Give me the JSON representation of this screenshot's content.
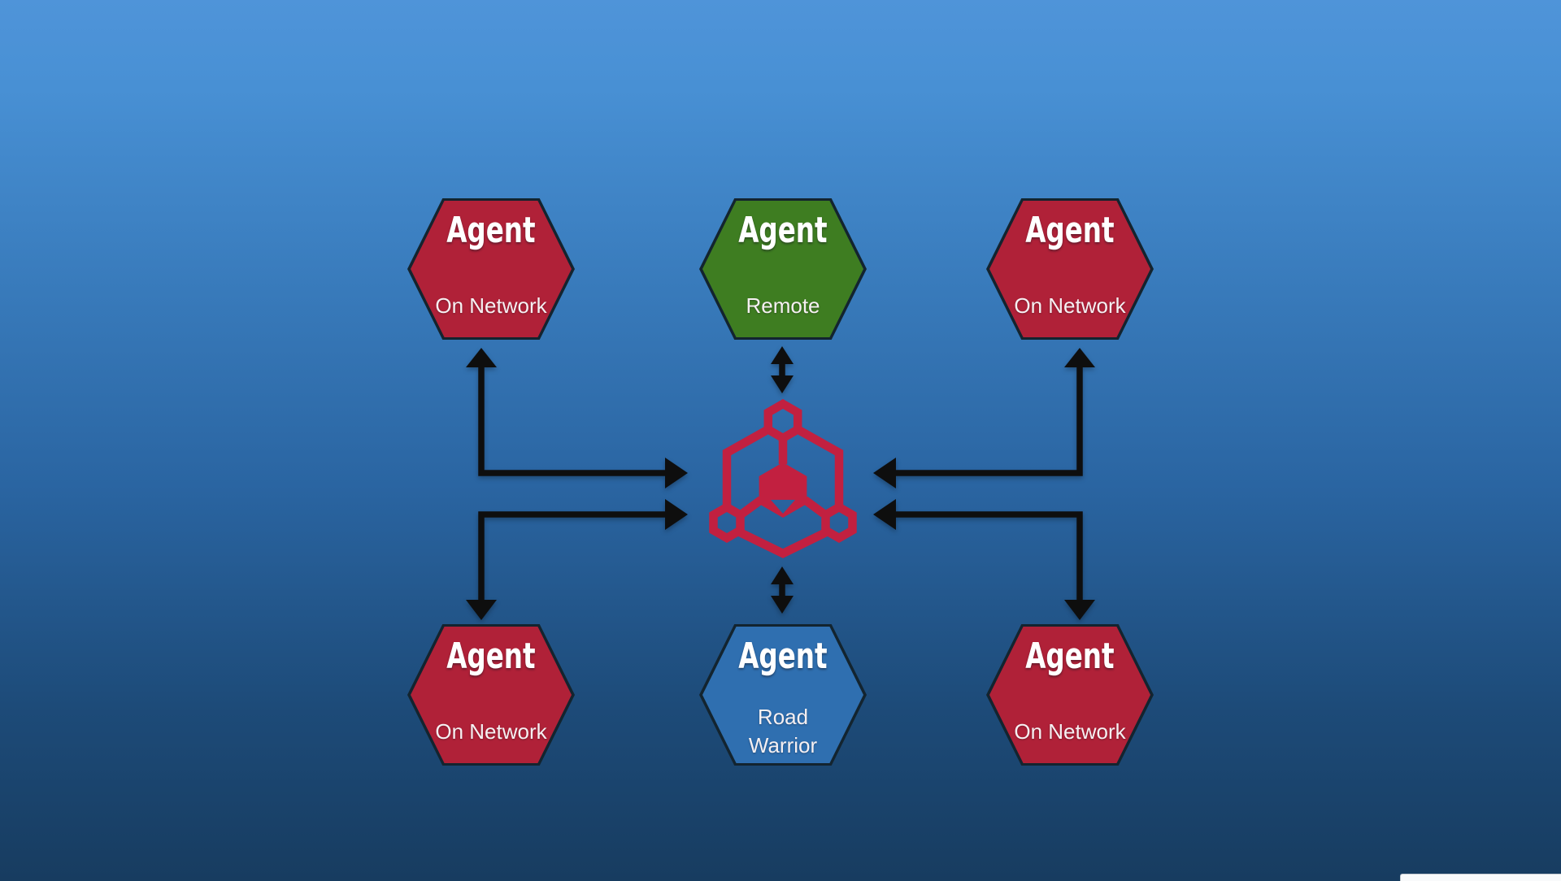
{
  "background": {
    "gradient_top": "#4f94d9",
    "gradient_bottom": "#173c60"
  },
  "hub": {
    "icon": "mesh-network-icon",
    "color": "#c22040"
  },
  "nodes": [
    {
      "id": "agent-top-left",
      "title": "Agent",
      "subtitle": "On Network",
      "fill": "#b02138",
      "border": "#13242f",
      "position": "top-left"
    },
    {
      "id": "agent-remote",
      "title": "Agent",
      "subtitle": "Remote",
      "fill": "#3e7d21",
      "border": "#13242f",
      "position": "top-center"
    },
    {
      "id": "agent-top-right",
      "title": "Agent",
      "subtitle": "On Network",
      "fill": "#b02138",
      "border": "#13242f",
      "position": "top-right"
    },
    {
      "id": "agent-bottom-left",
      "title": "Agent",
      "subtitle": "On Network",
      "fill": "#b02138",
      "border": "#13242f",
      "position": "bottom-left"
    },
    {
      "id": "agent-road-warrior",
      "title": "Agent",
      "subtitle": "Road Warrior",
      "fill": "#2f6fb0",
      "border": "#13242f",
      "position": "bottom-center"
    },
    {
      "id": "agent-bottom-right",
      "title": "Agent",
      "subtitle": "On Network",
      "fill": "#b02138",
      "border": "#13242f",
      "position": "bottom-right"
    }
  ],
  "edges": [
    {
      "from": "agent-top-left",
      "to": "hub",
      "shape": "elbow",
      "double_headed": true,
      "color": "#0e0e0e"
    },
    {
      "from": "hub",
      "to": "agent-bottom-left",
      "shape": "elbow",
      "double_headed": true,
      "color": "#0e0e0e"
    },
    {
      "from": "agent-top-right",
      "to": "hub",
      "shape": "elbow",
      "double_headed": true,
      "color": "#0e0e0e"
    },
    {
      "from": "hub",
      "to": "agent-bottom-right",
      "shape": "elbow",
      "double_headed": true,
      "color": "#0e0e0e"
    },
    {
      "from": "agent-remote",
      "to": "hub",
      "shape": "straight",
      "double_headed": true,
      "color": "#0e0e0e"
    },
    {
      "from": "hub",
      "to": "agent-road-warrior",
      "shape": "straight",
      "double_headed": true,
      "color": "#0e0e0e"
    }
  ],
  "bottom_right_fragment": {
    "color": "#f9fafb"
  }
}
